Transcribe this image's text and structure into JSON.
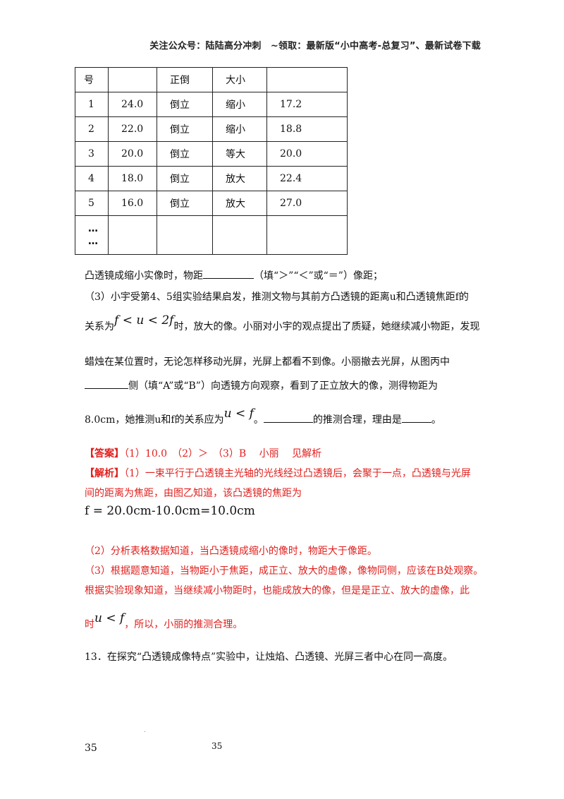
{
  "header": "关注公众号：陆陆高分冲刺　~领取：最新版“小中高考-总复习”、最新试卷下载",
  "table": {
    "header": [
      "号",
      "",
      "正倒",
      "大小",
      ""
    ],
    "rows": [
      [
        "1",
        "24.0",
        "倒立",
        "缩小",
        "17.2"
      ],
      [
        "2",
        "22.0",
        "倒立",
        "缩小",
        "18.8"
      ],
      [
        "3",
        "20.0",
        "倒立",
        "等大",
        "20.0"
      ],
      [
        "4",
        "18.0",
        "倒立",
        "放大",
        "22.4"
      ],
      [
        "5",
        "16.0",
        "倒立",
        "放大",
        "27.0"
      ]
    ],
    "last_row_dots_1": "…",
    "last_row_dots_2": "…"
  },
  "q2_text_a": "凸透镜成缩小实像时，物距",
  "q2_text_b": "（填“＞”“＜”或“＝”）像距；",
  "q3": {
    "line1": "（3）小宇受第4、5组实验结果启发，推测文物与其前方凸透镜的距离u和凸透镜焦距f的",
    "line2_a": "关系为",
    "line2_math": "f < u < 2f",
    "line2_b": "时，放大的像。小丽对小宇的观点提出了质疑，她继续减小物距，发现",
    "line3": "蜡烛在某位置时，无论怎样移动光屏，光屏上都看不到像。小丽撤去光屏，从图丙中",
    "line4": "侧（填“A”或“B”）向透镜方向观察，看到了正立放大的像，测得物距为",
    "line5_a": "8.0cm，她推测u和f的关系应为",
    "line5_math": "u < f",
    "line5_b": "。",
    "line5_c": "的推测合理，理由是",
    "line5_d": "。"
  },
  "answer": {
    "label": "【答案】",
    "text": "（1）10.0　（2）＞　（3）B　 小丽　 见解析"
  },
  "analysis": {
    "label": "【解析】",
    "line1": "（1）一束平行于凸透镜主光轴的光线经过凸透镜后，会聚于一点，凸透镜与光屏",
    "line2": "间的距离为焦距，由图乙知道，该凸透镜的焦距为",
    "formula": "f = 20.0cm-10.0cm=10.0cm",
    "p2": "（2）分析表格数据知道，当凸透镜成缩小的像时，物距大于像距。",
    "p3_line1": "（3）根据题意知道，当物距小于焦距，成正立、放大的虚像，像物同侧，应该在B处观察。",
    "p3_line2": "根据实验现象知道，当继续减小物距时，也能成放大的像，但是是正立、放大的虚像，此",
    "p3_line3_a": "时",
    "p3_line3_math": "u < f",
    "p3_line3_b": "，所以，小丽的推测合理。"
  },
  "q13": "13．在探究“凸透镜成像特点”实验中，让烛焰、凸透镜、光屏三者中心在同一高度。",
  "footer": {
    "page_left": "35",
    "page_center": "35",
    "mark": "."
  }
}
